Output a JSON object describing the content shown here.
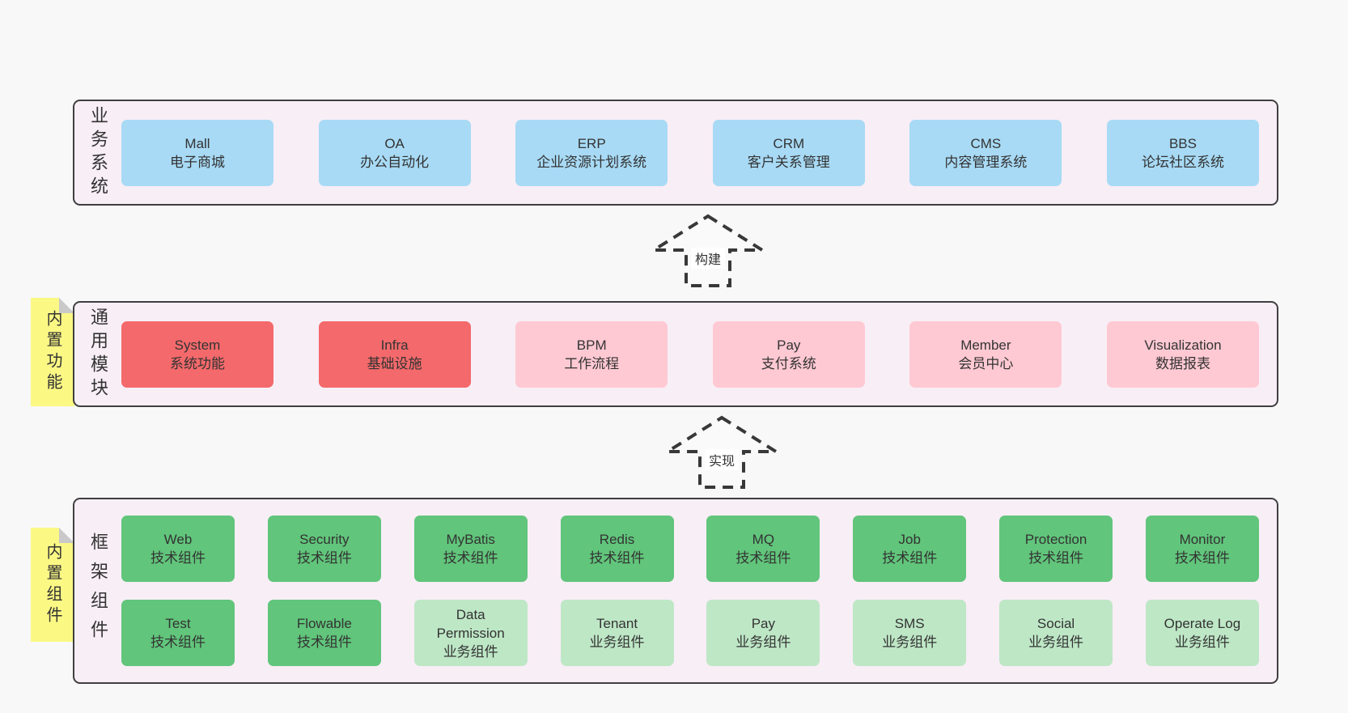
{
  "diagram": {
    "colors": {
      "page_bg": "#f8f8f8",
      "band_bg": "#f8eef6",
      "band_border": "#3f3f3f",
      "blue": "#a8daf5",
      "red": "#f4696b",
      "pink": "#ffc9d3",
      "green": "#61c57b",
      "lightgreen": "#bee7c6",
      "sticky_yellow": "#fbf884",
      "text": "#333333"
    },
    "arrows": [
      {
        "id": "build",
        "label": "构建"
      },
      {
        "id": "implement",
        "label": "实现"
      }
    ],
    "stickies": [
      {
        "id": "builtin-features",
        "label": "内置功能"
      },
      {
        "id": "builtin-components",
        "label": "内置组件"
      }
    ],
    "bands": [
      {
        "id": "business-systems",
        "label": "业务系统",
        "boxes": [
          {
            "title": "Mall",
            "subtitle": "电子商城",
            "variant": "blue"
          },
          {
            "title": "OA",
            "subtitle": "办公自动化",
            "variant": "blue"
          },
          {
            "title": "ERP",
            "subtitle": "企业资源计划系统",
            "variant": "blue"
          },
          {
            "title": "CRM",
            "subtitle": "客户关系管理",
            "variant": "blue"
          },
          {
            "title": "CMS",
            "subtitle": "内容管理系统",
            "variant": "blue"
          },
          {
            "title": "BBS",
            "subtitle": "论坛社区系统",
            "variant": "blue"
          }
        ]
      },
      {
        "id": "common-modules",
        "label": "通用模块",
        "boxes": [
          {
            "title": "System",
            "subtitle": "系统功能",
            "variant": "red"
          },
          {
            "title": "Infra",
            "subtitle": "基础设施",
            "variant": "red"
          },
          {
            "title": "BPM",
            "subtitle": "工作流程",
            "variant": "pink"
          },
          {
            "title": "Pay",
            "subtitle": "支付系统",
            "variant": "pink"
          },
          {
            "title": "Member",
            "subtitle": "会员中心",
            "variant": "pink"
          },
          {
            "title": "Visualization",
            "subtitle": "数据报表",
            "variant": "pink"
          }
        ]
      },
      {
        "id": "framework-components",
        "label": "框架组件",
        "rows": [
          [
            {
              "title": "Web",
              "subtitle": "技术组件",
              "variant": "green"
            },
            {
              "title": "Security",
              "subtitle": "技术组件",
              "variant": "green"
            },
            {
              "title": "MyBatis",
              "subtitle": "技术组件",
              "variant": "green"
            },
            {
              "title": "Redis",
              "subtitle": "技术组件",
              "variant": "green"
            },
            {
              "title": "MQ",
              "subtitle": "技术组件",
              "variant": "green"
            },
            {
              "title": "Job",
              "subtitle": "技术组件",
              "variant": "green"
            },
            {
              "title": "Protection",
              "subtitle": "技术组件",
              "variant": "green"
            },
            {
              "title": "Monitor",
              "subtitle": "技术组件",
              "variant": "green"
            }
          ],
          [
            {
              "title": "Test",
              "subtitle": "技术组件",
              "variant": "green"
            },
            {
              "title": "Flowable",
              "subtitle": "技术组件",
              "variant": "green"
            },
            {
              "title": "Data Permission",
              "subtitle": "业务组件",
              "variant": "lightgreen"
            },
            {
              "title": "Tenant",
              "subtitle": "业务组件",
              "variant": "lightgreen"
            },
            {
              "title": "Pay",
              "subtitle": "业务组件",
              "variant": "lightgreen"
            },
            {
              "title": "SMS",
              "subtitle": "业务组件",
              "variant": "lightgreen"
            },
            {
              "title": "Social",
              "subtitle": "业务组件",
              "variant": "lightgreen"
            },
            {
              "title": "Operate Log",
              "subtitle": "业务组件",
              "variant": "lightgreen"
            }
          ]
        ]
      }
    ]
  }
}
